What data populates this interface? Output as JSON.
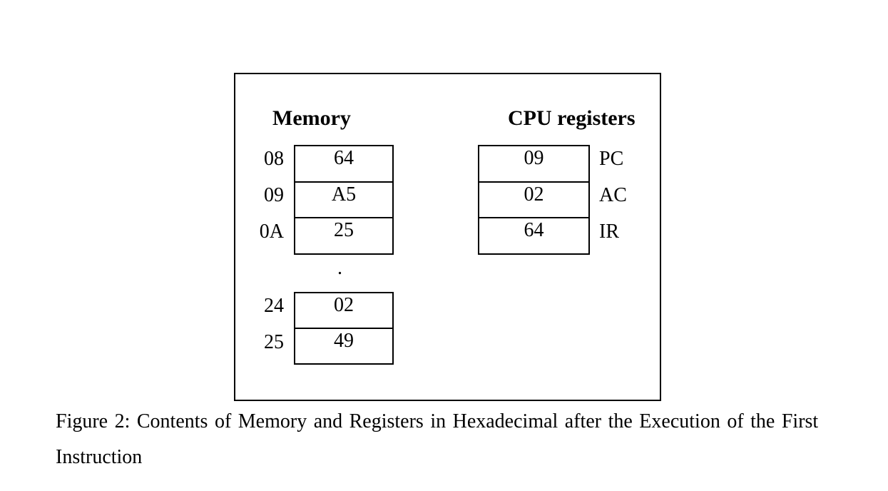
{
  "figure": {
    "memory": {
      "title": "Memory",
      "upper_rows": [
        {
          "address": "08",
          "value": "64"
        },
        {
          "address": "09",
          "value": "A5"
        },
        {
          "address": "0A",
          "value": "25"
        }
      ],
      "separator": ".",
      "lower_rows": [
        {
          "address": "24",
          "value": "02"
        },
        {
          "address": "25",
          "value": "49"
        }
      ]
    },
    "cpu": {
      "title": "CPU registers",
      "rows": [
        {
          "value": "09",
          "label": "PC"
        },
        {
          "value": "02",
          "label": "AC"
        },
        {
          "value": "64",
          "label": "IR"
        }
      ]
    }
  },
  "caption": {
    "line1": "Figure 2: Contents of Memory and Registers in Hexadecimal after the Execution of the First",
    "line2": "Instruction"
  },
  "colors": {
    "background": "#ffffff",
    "border": "#000000",
    "text": "#000000"
  }
}
